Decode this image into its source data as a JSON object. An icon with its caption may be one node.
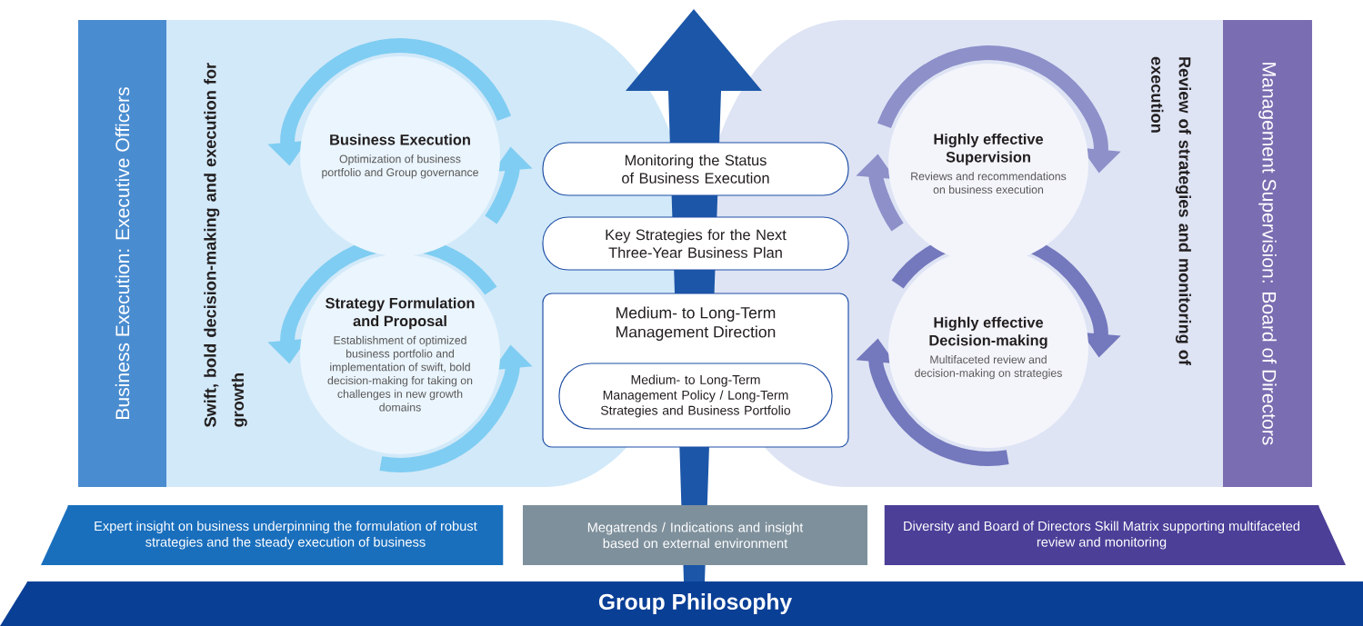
{
  "diagram": {
    "nodes": [
      {
        "text": [
          "Business Execution: Executive Officers"
        ]
      },
      {
        "text": [
          "Management Supervision: Board of Directors"
        ]
      },
      {
        "text": [
          "Business Execution",
          "Optimization of business portfolio and Group governance"
        ]
      },
      {
        "text": [
          "Strategy Formulation and Proposal",
          "Establishment of optimized business portfolio and implementation of swift, bold decision-making for taking on challenges in new growth domains"
        ]
      },
      {
        "text": [
          "Monitoring the Status of Business Execution"
        ]
      },
      {
        "text": [
          "Key Strategies for the Next Three-Year Business Plan"
        ]
      },
      {
        "text": [
          "Medium- to Long-Term Management Direction"
        ]
      },
      {
        "text": [
          "Medium- to Long-Term Management Policy / Long-Term Strategies and Business Portfolio"
        ],
        "in": 6
      },
      {
        "text": [
          "Highly effective Supervision",
          "Reviews and recommendations on business execution"
        ]
      },
      {
        "text": [
          "Highly effective Decision-making",
          "Multifaceted review and decision-making on strategies"
        ]
      },
      {
        "text": [
          "Expert insight on business underpinning the formulation of robust strategies and the steady execution of business"
        ]
      },
      {
        "text": [
          "Megatrends / Indications and insight based on external environment"
        ]
      },
      {
        "text": [
          "Diversity and Board of Directors Skill Matrix supporting multifaceted review and monitoring"
        ]
      },
      {
        "text": [
          "Group Philosophy"
        ]
      }
    ],
    "labels": [
      "Swift, bold decision-making and execution for growth",
      "Review of strategies and monitoring of execution"
    ]
  }
}
